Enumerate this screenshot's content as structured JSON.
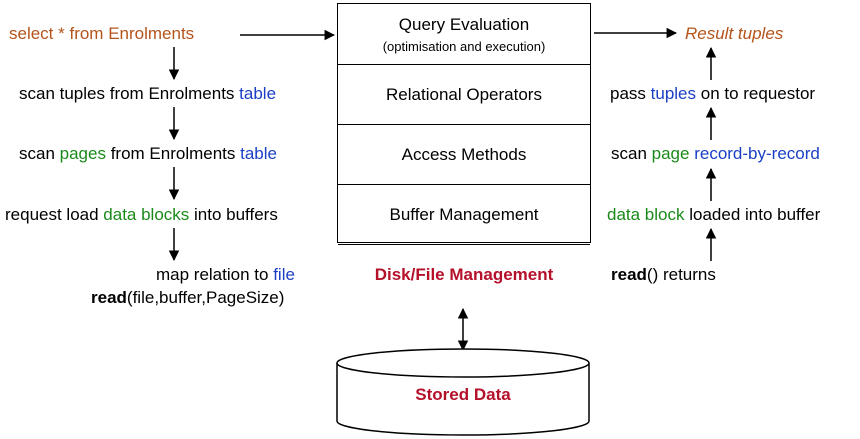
{
  "left": {
    "query": "select * from Enrolments",
    "scan_tuples": {
      "pre": "scan tuples from Enrolments ",
      "hl": "table"
    },
    "scan_pages": {
      "pre": "scan ",
      "hl1": "pages",
      "mid": " from Enrolments ",
      "hl2": "table"
    },
    "request": {
      "pre": "request load ",
      "hl": "data blocks",
      "post": " into buffers"
    },
    "map": {
      "pre": "map relation to ",
      "hl": "file"
    },
    "read": {
      "bold": "read",
      "post": "(file,buffer,PageSize)"
    }
  },
  "layers": {
    "query_eval": {
      "title": "Query Evaluation",
      "sub": "(optimisation and execution)"
    },
    "relational": "Relational Operators",
    "access": "Access Methods",
    "buffer": "Buffer Management",
    "disk": "Disk/File Management"
  },
  "storage": "Stored Data",
  "right": {
    "result": "Result tuples",
    "pass": {
      "pre": "pass ",
      "hl": "tuples",
      "post": " on to requestor"
    },
    "scan": {
      "pre": "scan ",
      "hl1": "page",
      "hl2": "record-by-record"
    },
    "block": {
      "hl": "data block",
      "post": " loaded into buffer"
    },
    "read": {
      "bold": "read",
      "post": "() returns"
    }
  },
  "colors": {
    "orange": "#b4541a",
    "blue": "#1a3fc4",
    "green": "#1a8a1a",
    "red": "#b5112b"
  }
}
